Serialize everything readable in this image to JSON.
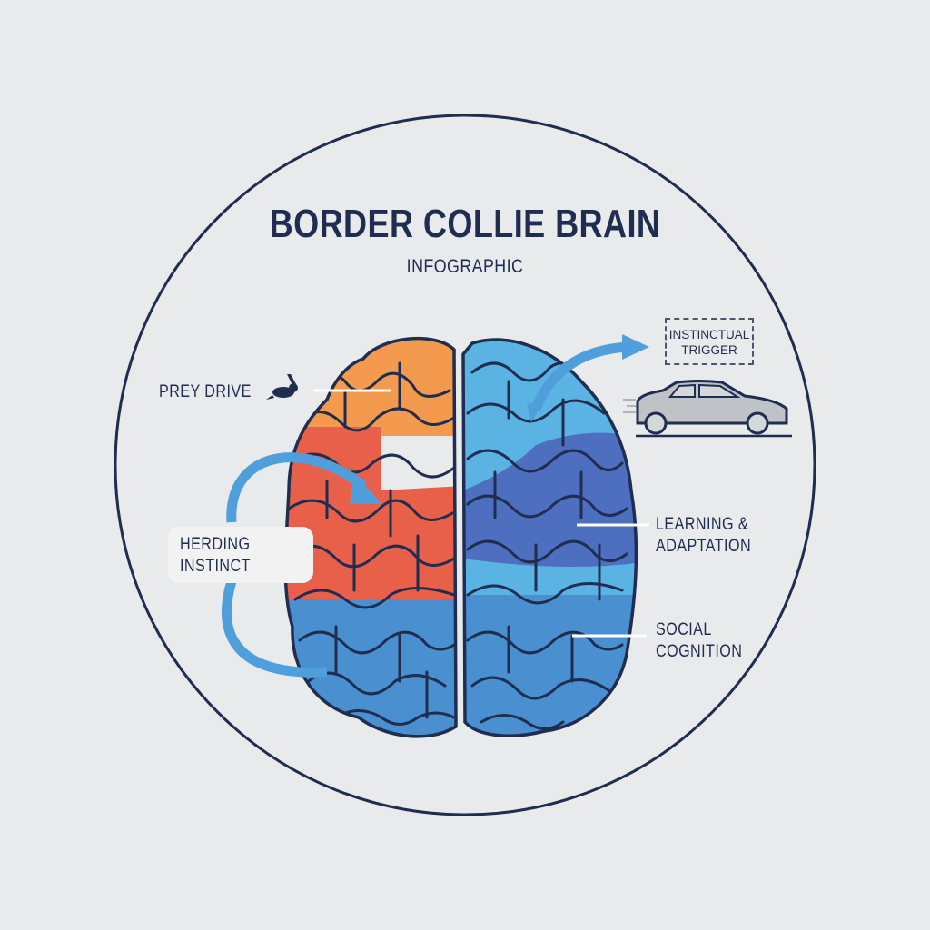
{
  "title": "BORDER COLLIE BRAIN",
  "subtitle": "INFOGRAPHIC",
  "labels": {
    "prey_drive": "PREY DRIVE",
    "herding_line1": "HERDING",
    "herding_line2": "INSTINCT",
    "trigger_line1": "INSTINCTUAL",
    "trigger_line2": "TRIGGER",
    "learning_line1": "LEARNING &",
    "learning_line2": "ADAPTATION",
    "social_line1": "SOCIAL",
    "social_line2": "COGNITION"
  },
  "icons": [
    "rabbit-icon",
    "sheep-icon",
    "car-icon",
    "arrow-icon"
  ],
  "colors": {
    "background": "#e9eaec",
    "navy": "#1f2d50",
    "orange": "#f39a4e",
    "red": "#e8604a",
    "light_blue": "#5bb3e3",
    "mid_blue": "#4a90d0",
    "dark_blue": "#4e6fbf",
    "arrow_blue": "#4f9fdc"
  }
}
